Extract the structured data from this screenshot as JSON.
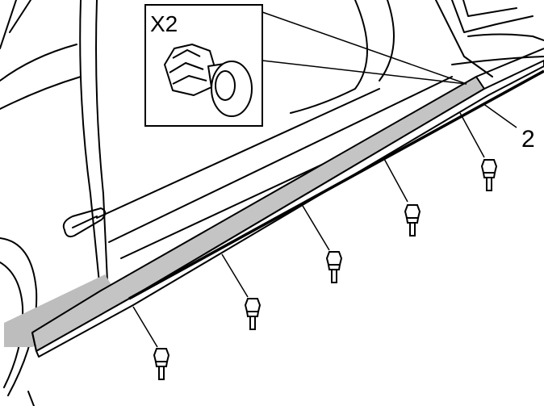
{
  "inset": {
    "multiplier": "X2",
    "part_name": "push-clip"
  },
  "callouts": {
    "sill_molding_label": "2"
  },
  "colors": {
    "line": "#000000",
    "background": "#ffffff",
    "molding_fill": "#c4c4c4",
    "shade": "#bdbdbd"
  },
  "clips": {
    "visible_count": 5
  }
}
